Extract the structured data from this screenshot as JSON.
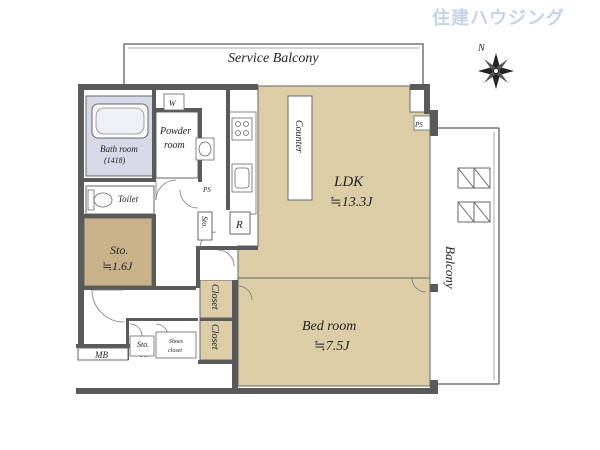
{
  "brand": {
    "logo_text": "住建ハウジング"
  },
  "compass": {
    "north_label": "N"
  },
  "rooms": {
    "service_balcony": "Service Balcony",
    "balcony": "Balcony",
    "ldk": {
      "name": "LDK",
      "size": "≒13.3J"
    },
    "bedroom": {
      "name": "Bed room",
      "size": "≒7.5J"
    },
    "storage": {
      "name": "Sto.",
      "size": "≒1.6J"
    },
    "bath": {
      "name": "Bath room",
      "size": "(1418)"
    },
    "powder": {
      "line1": "Powder",
      "line2": "room"
    },
    "toilet": "Toilet",
    "counter": "Counter",
    "closet_a": "Closet",
    "closet_b": "Closet",
    "sto_small_a": "Sto.",
    "sto_small_b": "Sto.",
    "shoes": {
      "line1": "Shoes",
      "line2": "closet"
    },
    "mb": "MB",
    "ps_a": "PS",
    "ps_b": "PS",
    "ps_c": "PS",
    "w_mark": "W",
    "r_mark": "R"
  },
  "colors": {
    "wall": "#5a5a5a",
    "wood_floor": "#dccda6",
    "storage_floor": "#c9b28a",
    "wet_floor": "#d6d9e8",
    "outline": "#666666"
  }
}
